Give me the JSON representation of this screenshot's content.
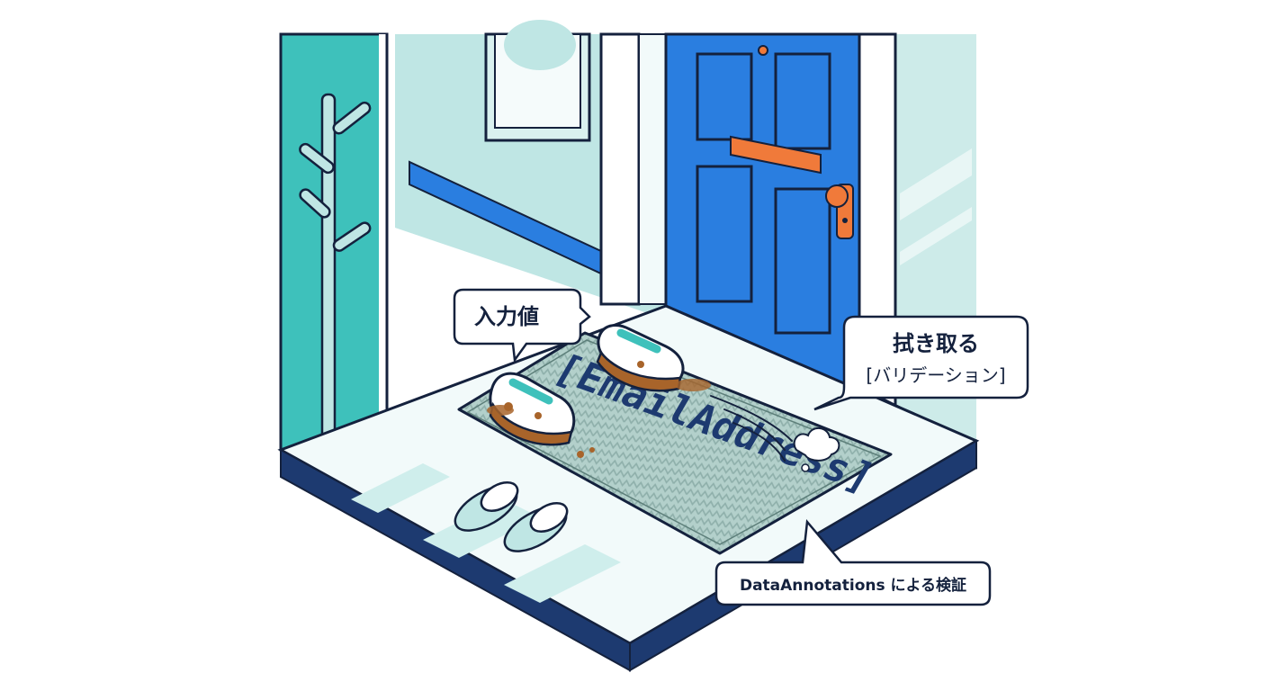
{
  "illustration": {
    "mat_label": "[EmailAddress]",
    "callouts": {
      "input_value": "入力値",
      "wipe_title": "拭き取る",
      "wipe_subtitle": "[バリデーション]",
      "validation_note": "DataAnnotations による検証"
    },
    "icons": [
      "coat-rack-icon",
      "door-icon",
      "door-knob-icon",
      "mail-slot-icon",
      "sneaker-icon",
      "slipper-icon",
      "doormat-icon",
      "dust-cloud-icon"
    ],
    "colors": {
      "wall_teal": "#3ec1bb",
      "wall_light": "#bfe6e4",
      "door_blue": "#2a7ee0",
      "navy": "#1d3a70",
      "accent_orange": "#f07a3a",
      "mud_brown": "#a8642a",
      "mat_grey": "#a9c7c2"
    }
  }
}
